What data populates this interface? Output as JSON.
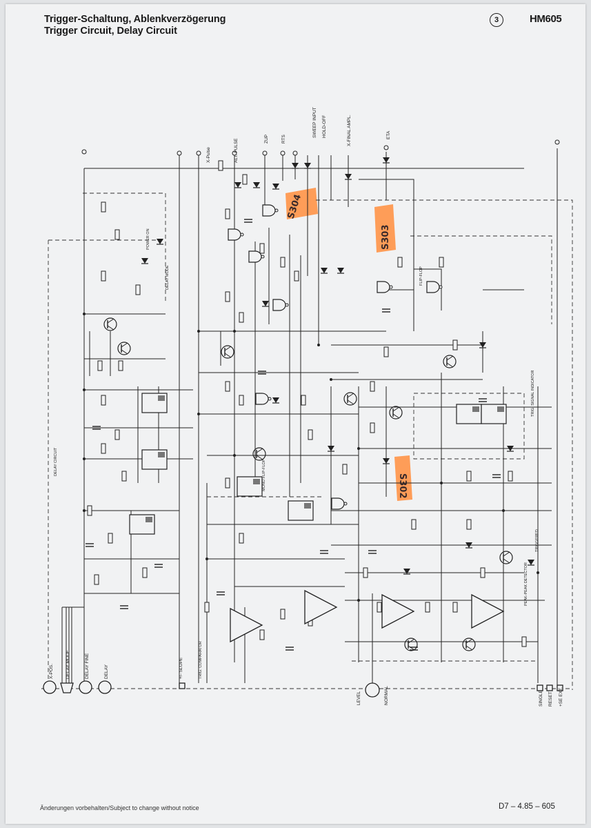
{
  "header": {
    "title_de": "Trigger-Schaltung, Ablenkverzögerung",
    "title_en": "Trigger Circuit, Delay Circuit",
    "page_number": "3",
    "model": "HM605"
  },
  "footer": {
    "notice": "Änderungen vorbehalten/Subject to change without notice",
    "code": "D7 – 4.85 – 605"
  },
  "highlights": [
    {
      "label": "S304",
      "color": "#ff8a3d"
    },
    {
      "label": "S303",
      "color": "#ff8a3d"
    },
    {
      "label": "S302",
      "color": "#ff8a3d"
    }
  ],
  "bottom_controls": {
    "left": [
      "X-POS.",
      "DELAY MODE",
      "DELAY FINE",
      "DELAY"
    ],
    "slope": "+/- SLOPE",
    "level": "LEVEL",
    "normal": "NORMAL",
    "right": [
      "SINGLE",
      "RESET",
      "+SE EXT."
    ]
  },
  "top_labels": [
    "X-Pulse",
    "ALT. PULSE",
    "ZUP",
    "RTS",
    "SWEEP INPUT",
    "HOLD-OFF",
    "X-FINAL AMPL.",
    "ETA"
  ],
  "block_labels": [
    "DELAY CIRCUIT",
    "POWER ON",
    "DELAY MODE",
    "TRIG. COMPARATOR",
    "PEAK-PEAK DETECTOR",
    "TRIG. SIGNAL INDICATOR",
    "MONO FLIP-FLOP",
    "FLIP-FLOP",
    "TRIGGERED"
  ]
}
